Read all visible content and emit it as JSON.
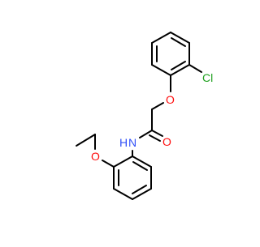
{
  "molecule": {
    "atoms": {
      "chlorine": "Cl",
      "ether_oxygen": "O",
      "carbonyl_oxygen": "O",
      "amide_nitrogen": "N",
      "amide_hydrogen": "H",
      "ethoxy_oxygen": "O"
    },
    "colors": {
      "bond": "#000000",
      "chlorine": "#1fa01f",
      "oxygen": "#ff0d0d",
      "nitrogen": "#3050f8"
    }
  }
}
